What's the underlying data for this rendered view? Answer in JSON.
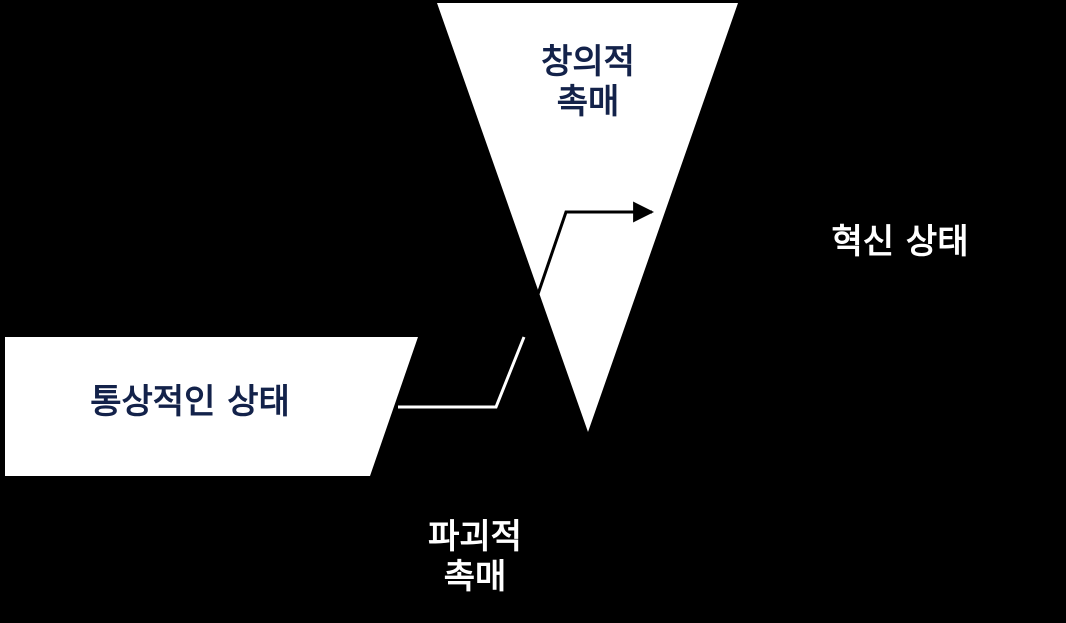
{
  "labels": {
    "creative_line1": "창의적",
    "creative_line2": "촉매",
    "normal_state": "통상적인 상태",
    "innovation_state": "혁신 상태",
    "disruptive_line1": "파괴적",
    "disruptive_line2": "촉매"
  },
  "colors": {
    "background": "#000000",
    "shape_fill": "#ffffff",
    "text_dark": "#13224a",
    "text_light": "#ffffff",
    "connector": "#ffffff",
    "arrow": "#000000"
  }
}
